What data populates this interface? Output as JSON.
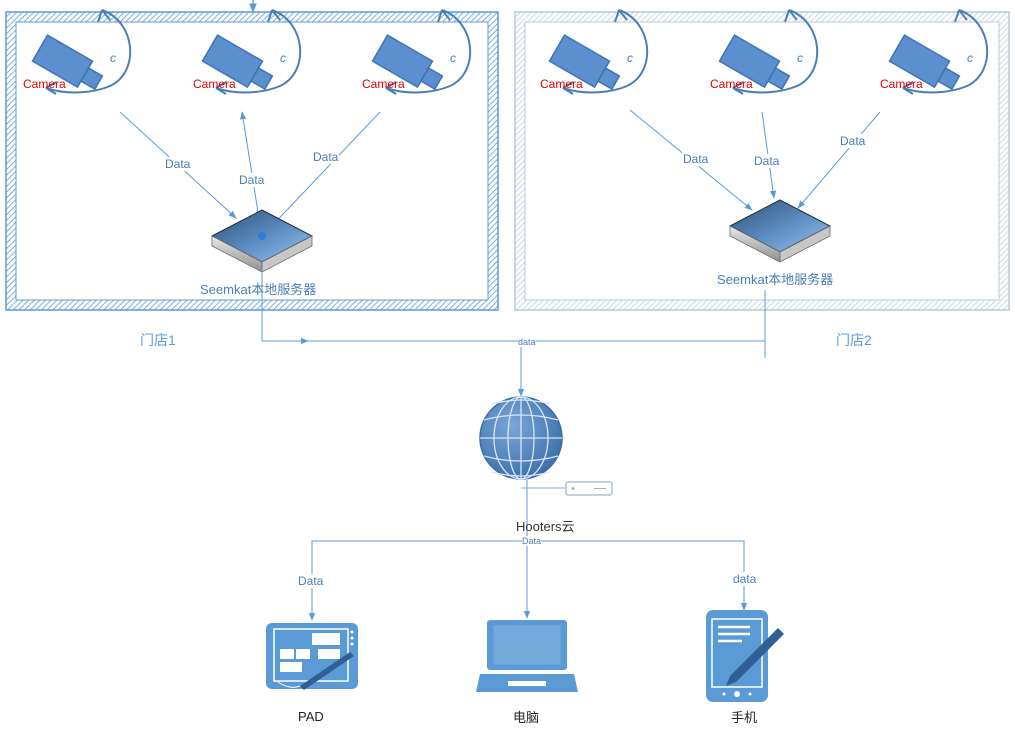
{
  "colors": {
    "line": "#5b9bd5",
    "icon": "#5b8fcf",
    "camera_label": "#e00000"
  },
  "stores": [
    {
      "label": "门店1",
      "server_label": "Seemkat本地服务器",
      "cameras": [
        "Camera",
        "Camera",
        "Camera"
      ],
      "edge_labels": [
        "Data",
        "Data",
        "Data"
      ]
    },
    {
      "label": "门店2",
      "server_label": "Seemkat本地服务器",
      "cameras": [
        "Camera",
        "Camera",
        "Camera"
      ],
      "edge_labels": [
        "Data",
        "Data",
        "Data"
      ]
    }
  ],
  "uplink_label": "data",
  "cloud": {
    "label": "Hooters云",
    "down_label": "Data",
    "icon": "globe-icon"
  },
  "devices": [
    {
      "label": "PAD",
      "edge_label": "Data",
      "icon": "tablet-icon"
    },
    {
      "label": "电脑",
      "icon": "laptop-icon"
    },
    {
      "label": "手机",
      "edge_label": "data",
      "icon": "phone-icon"
    }
  ]
}
